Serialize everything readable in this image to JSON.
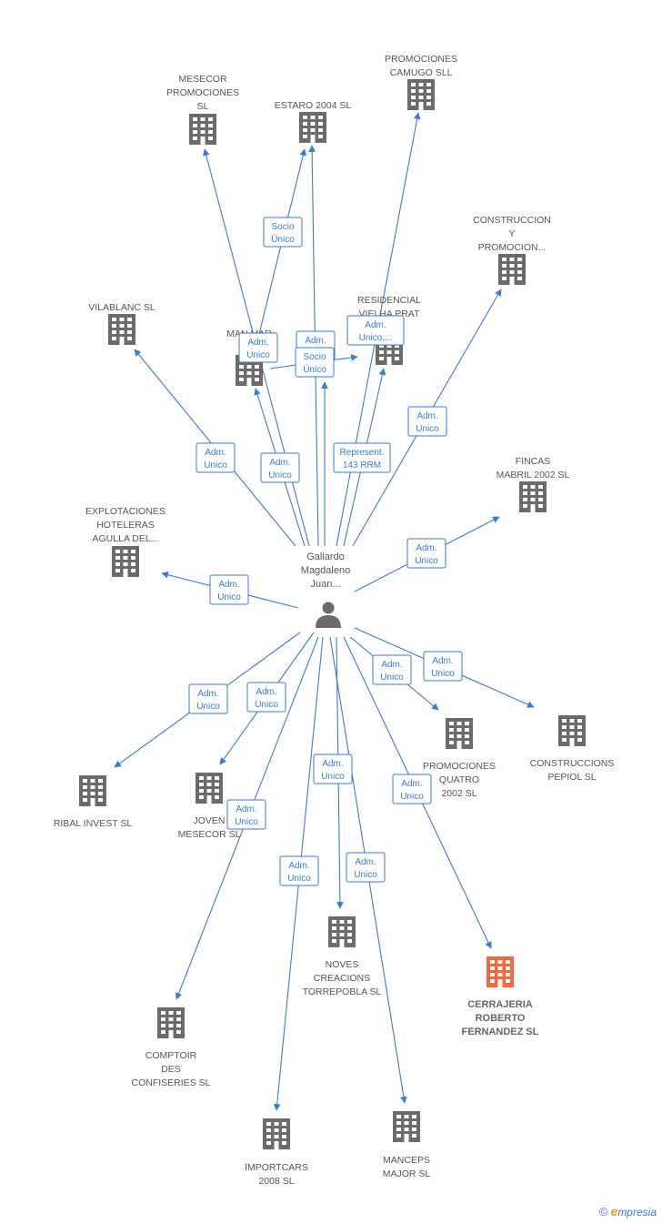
{
  "center": {
    "label": [
      "Gallardo",
      "Magdaleno",
      "Juan..."
    ]
  },
  "colors": {
    "edge": "#3a7bd5",
    "building": "#6b6b6b",
    "highlight": "#f26a3d"
  },
  "nodes": [
    {
      "id": "mesecor",
      "label": [
        "MESECOR",
        "PROMOCIONES",
        "SL"
      ],
      "highlight": false
    },
    {
      "id": "estaro",
      "label": [
        "ESTARO 2004 SL"
      ],
      "highlight": false
    },
    {
      "id": "camugo",
      "label": [
        "PROMOCIONES",
        "CAMUGO SLL"
      ],
      "highlight": false
    },
    {
      "id": "construccion",
      "label": [
        "CONSTRUCCION",
        "Y",
        "PROMOCION..."
      ],
      "highlight": false
    },
    {
      "id": "vilablanc",
      "label": [
        "VILABLANC SL"
      ],
      "highlight": false
    },
    {
      "id": "manmar",
      "label": [
        "MAN MAR",
        "20..."
      ],
      "highlight": false
    },
    {
      "id": "residencial",
      "label": [
        "RESIDENCIAL",
        "VIELHA PRAT",
        "SL"
      ],
      "highlight": false
    },
    {
      "id": "fincas",
      "label": [
        "FINCAS",
        "MABRIL 2002 SL"
      ],
      "highlight": false
    },
    {
      "id": "explotaciones",
      "label": [
        "EXPLOTACIONES",
        "HOTELERAS",
        "AGULLA DEL..."
      ],
      "highlight": false
    },
    {
      "id": "ribal",
      "label": [
        "RIBAL INVEST SL"
      ],
      "highlight": false
    },
    {
      "id": "joven",
      "label": [
        "JOVEN",
        "MESECOR SL"
      ],
      "highlight": false
    },
    {
      "id": "quatro",
      "label": [
        "PROMOCIONES",
        "QUATRO",
        "2002 SL"
      ],
      "highlight": false
    },
    {
      "id": "pepiol",
      "label": [
        "CONSTRUCCIONS",
        "PEPIOL SL"
      ],
      "highlight": false
    },
    {
      "id": "noves",
      "label": [
        "NOVES",
        "CREACIONS",
        "TORREPOBLA SL"
      ],
      "highlight": false
    },
    {
      "id": "cerrajeria",
      "label": [
        "CERRAJERIA",
        "ROBERTO",
        "FERNANDEZ SL"
      ],
      "highlight": true
    },
    {
      "id": "comptoir",
      "label": [
        "COMPTOIR",
        "DES",
        "CONFISERIES SL"
      ],
      "highlight": false
    },
    {
      "id": "importcars",
      "label": [
        "IMPORTCARS",
        "2008 SL"
      ],
      "highlight": false
    },
    {
      "id": "manceps",
      "label": [
        "MANCEPS",
        "MAJOR SL"
      ],
      "highlight": false
    }
  ],
  "edge_labels": [
    {
      "id": "e-socio-estaro",
      "lines": [
        "Socio",
        "Único"
      ]
    },
    {
      "id": "e-adm-manmar",
      "lines": [
        "Adm.",
        "Unico"
      ]
    },
    {
      "id": "e-adm-estaro",
      "lines": [
        "Adm.",
        "..."
      ]
    },
    {
      "id": "e-socio-residencial",
      "lines": [
        "Socio",
        "Único"
      ]
    },
    {
      "id": "e-adm-residencial",
      "lines": [
        "Adm.",
        "Unico,..."
      ]
    },
    {
      "id": "e-adm-construccion",
      "lines": [
        "Adm.",
        "Unico"
      ]
    },
    {
      "id": "e-represent",
      "lines": [
        "Represent.",
        "143 RRM"
      ]
    },
    {
      "id": "e-adm-vilablanc",
      "lines": [
        "Adm.",
        "Unico"
      ]
    },
    {
      "id": "e-adm-manmar2",
      "lines": [
        "Adm.",
        "Unico"
      ]
    },
    {
      "id": "e-adm-fincas",
      "lines": [
        "Adm.",
        "Unico"
      ]
    },
    {
      "id": "e-adm-explotaciones",
      "lines": [
        "Adm.",
        "Unico"
      ]
    },
    {
      "id": "e-adm-ribal",
      "lines": [
        "Adm.",
        "Unico"
      ]
    },
    {
      "id": "e-adm-joven",
      "lines": [
        "Adm.",
        "Unico"
      ]
    },
    {
      "id": "e-adm-quatro",
      "lines": [
        "Adm.",
        "Unico"
      ]
    },
    {
      "id": "e-adm-pepiol",
      "lines": [
        "Adm.",
        "Unico"
      ]
    },
    {
      "id": "e-adm-noves",
      "lines": [
        "Adm.",
        "Unico"
      ]
    },
    {
      "id": "e-adm-cerrajeria",
      "lines": [
        "Adm.",
        "Unico"
      ]
    },
    {
      "id": "e-adm-comptoir",
      "lines": [
        "Adm.",
        "Unico"
      ]
    },
    {
      "id": "e-adm-importcars",
      "lines": [
        "Adm.",
        "Unico"
      ]
    },
    {
      "id": "e-adm-manceps",
      "lines": [
        "Adm.",
        "Unico"
      ]
    }
  ],
  "brand": {
    "copyright": "©",
    "e": "e",
    "rest": "mpresia"
  }
}
